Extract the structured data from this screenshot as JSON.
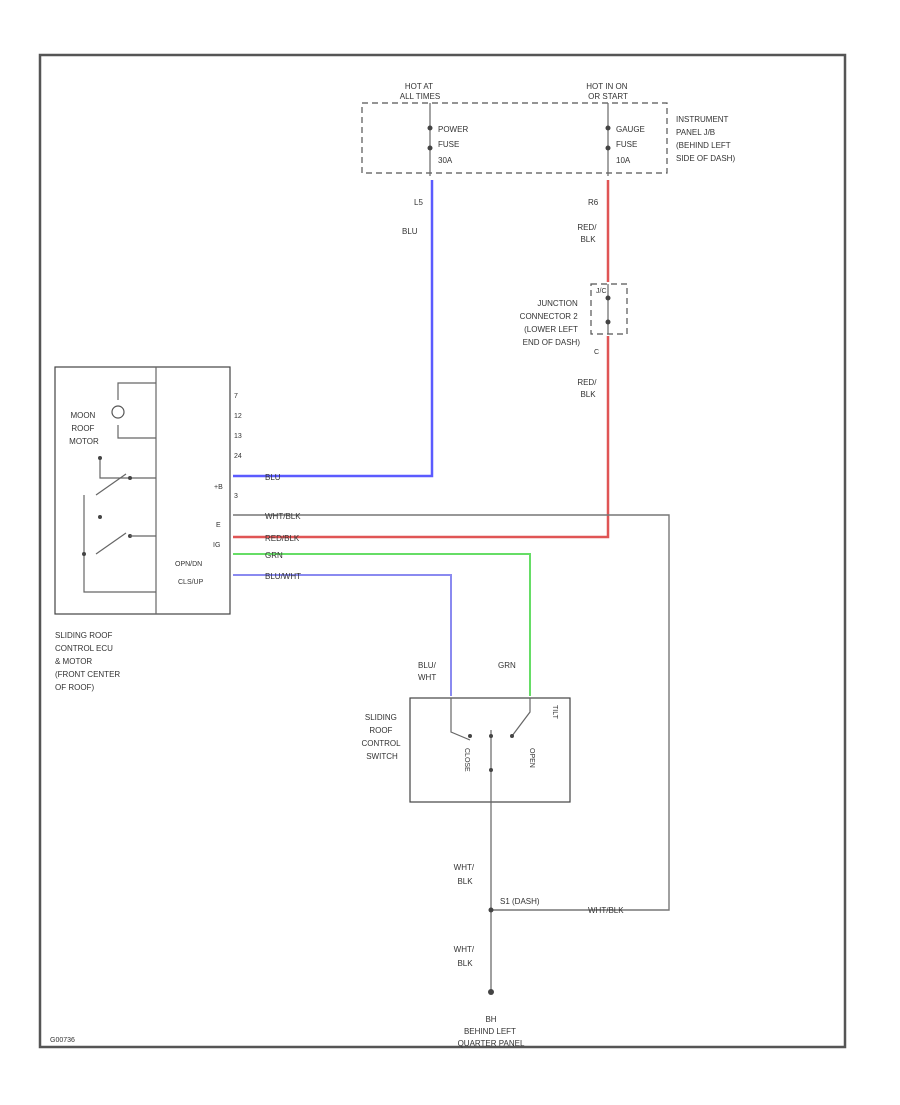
{
  "fuse_box": {
    "left_header": [
      "HOT AT",
      "ALL TIMES"
    ],
    "right_header": [
      "HOT IN ON",
      "OR START"
    ],
    "left_fuse": [
      "POWER",
      "FUSE",
      "30A"
    ],
    "right_fuse": [
      "GAUGE",
      "FUSE",
      "10A"
    ],
    "location": [
      "INSTRUMENT",
      "PANEL J/B",
      "(BEHIND LEFT",
      "SIDE OF DASH)"
    ]
  },
  "wires": {
    "power_pin": "L5",
    "power_color": "BLU",
    "gauge_pin": "R6",
    "gauge_color_1": [
      "RED/",
      "BLK"
    ],
    "gauge_color_2": [
      "RED/",
      "BLK"
    ],
    "ecu_blu": "BLU",
    "ecu_wht_blk": "WHT/BLK",
    "ecu_red_blk": "RED/BLK",
    "ecu_grn": "GRN",
    "ecu_blu_wht": "BLU/WHT",
    "sw_blu_wht": [
      "BLU/",
      "WHT"
    ],
    "sw_grn": "GRN",
    "ground_color_1": [
      "WHT/",
      "BLK"
    ],
    "ground_color_2": [
      "WHT/",
      "BLK"
    ],
    "ground_run": "WHT/BLK",
    "splice": "S1 (DASH)"
  },
  "junction": {
    "top_pin": "J/C",
    "bottom_pin": "C",
    "label": [
      "JUNCTION",
      "CONNECTOR 2",
      "(LOWER LEFT",
      "END OF DASH)"
    ]
  },
  "ecu": {
    "motor_label": [
      "MOON",
      "ROOF",
      "MOTOR"
    ],
    "pins": [
      "7",
      "12",
      "13",
      "24",
      "+B",
      "3",
      "E",
      "IG"
    ],
    "open_up": "OPN/DN",
    "close_up": "CLS/UP",
    "label": [
      "SLIDING ROOF",
      "CONTROL ECU",
      "& MOTOR",
      "(FRONT CENTER",
      "OF ROOF)"
    ]
  },
  "switch": {
    "label": [
      "SLIDING",
      "ROOF",
      "CONTROL",
      "SWITCH"
    ],
    "close": "CLOSE",
    "open": "OPEN",
    "tilt": "TILT"
  },
  "ground": {
    "id": "BH",
    "label": [
      "BEHIND LEFT",
      "QUARTER PANEL"
    ]
  },
  "diagram_id": "G00736",
  "colors": {
    "blu": "#5b5bff",
    "red": "#e05555",
    "grn": "#66dd66",
    "blu_wht": "#8a8af0",
    "black": "#777777"
  }
}
